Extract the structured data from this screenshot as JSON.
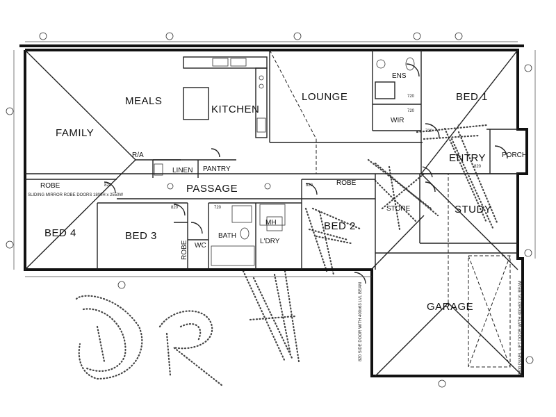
{
  "rooms": {
    "meals": "MEALS",
    "kitchen": "KITCHEN",
    "lounge": "LOUNGE",
    "family": "FAMILY",
    "bed1": "BED 1",
    "ens": "ENS",
    "wir": "WIR",
    "entry": "ENTRY",
    "porch": "PORCH",
    "study": "STUDY",
    "store": "STORE",
    "passage": "PASSAGE",
    "linen": "LINEN",
    "pantry": "PANTRY",
    "ra": "R/A",
    "robe_bed4": "ROBE",
    "robe_bed2": "ROBE",
    "robe_bed3": "ROBE",
    "bed4": "BED 4",
    "bed3": "BED 3",
    "wc": "WC",
    "bath": "BATH",
    "ldry": "L'DRY",
    "mh": "MH",
    "bed2": "BED 2",
    "garage": "GARAGE"
  },
  "door_widths": {
    "ens": "720",
    "wir": "720",
    "bed1": "720",
    "entry": "820",
    "bath": "720",
    "bed4": "820",
    "bed3": "820",
    "bed2": "820"
  },
  "notes": {
    "garage_door": "4800 PANEL LIFT DOOR WITH 400x63 LVL BEAM",
    "garage_side_door": "820 SIDE DOOR WITH 400x63 LVL BEAM",
    "robe_note": "SLIDING MIRROR ROBE DOORS 1800H x 2550W"
  },
  "watermark": "DRAFT"
}
